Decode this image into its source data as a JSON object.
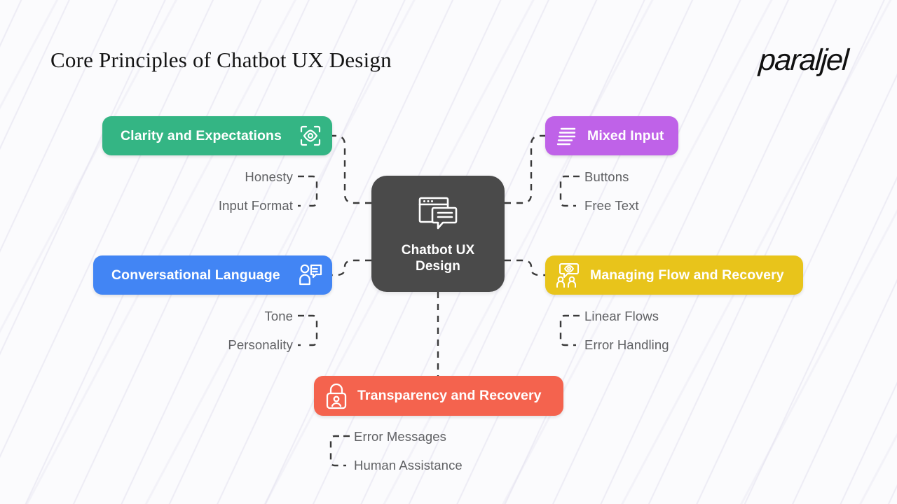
{
  "header": {
    "title": "Core Principles of Chatbot UX Design",
    "logo": "paraljel"
  },
  "colors": {
    "background": "#fbfbfd",
    "center": "#4a4a4a",
    "green": "#34b584",
    "purple": "#bf62e8",
    "blue": "#4285f4",
    "yellow": "#e8c41b",
    "coral": "#f4634e",
    "connector": "#3a3a3a",
    "sub_text": "#5f6063"
  },
  "center": {
    "label": "Chatbot UX Design",
    "label_line1": "Chatbot UX",
    "label_line2": "Design",
    "icon": "browser-chat-icon"
  },
  "branches": [
    {
      "id": "clarity",
      "label": "Clarity and Expectations",
      "icon": "eye-scan-icon",
      "color": "#34b584",
      "icon_side": "right",
      "sub_items": [
        "Honesty",
        "Input Format"
      ]
    },
    {
      "id": "mixed-input",
      "label": "Mixed Input",
      "icon": "text-lines-icon",
      "color": "#bf62e8",
      "icon_side": "left",
      "sub_items": [
        "Buttons",
        "Free Text"
      ]
    },
    {
      "id": "conversational-language",
      "label": "Conversational Language",
      "icon": "person-chat-icon",
      "color": "#4285f4",
      "icon_side": "right",
      "sub_items": [
        "Tone",
        "Personality"
      ]
    },
    {
      "id": "managing-flow",
      "label": "Managing Flow and Recovery",
      "icon": "people-eye-bubble-icon",
      "color": "#e8c41b",
      "icon_side": "left",
      "sub_items": [
        "Linear Flows",
        "Error Handling"
      ]
    },
    {
      "id": "transparency",
      "label": "Transparency and Recovery",
      "icon": "lock-person-icon",
      "color": "#f4634e",
      "icon_side": "left",
      "sub_items": [
        "Error Messages",
        "Human Assistance"
      ]
    }
  ]
}
